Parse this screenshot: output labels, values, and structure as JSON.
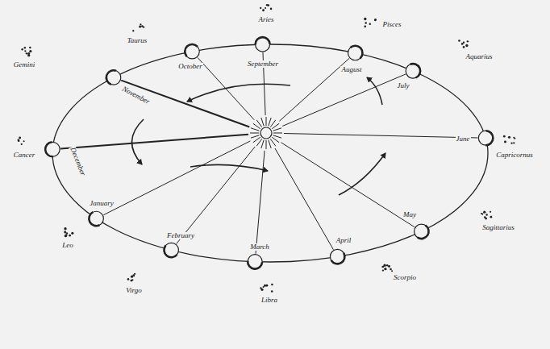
{
  "diagram": {
    "labels": [
      "Aries",
      "Pisces",
      "Taurus",
      "September",
      "October",
      "August",
      "Aquarius",
      "July",
      "Gemini",
      "November",
      "Capricornus",
      "June",
      "Cancer",
      "December",
      "January",
      "May",
      "Sagittarius",
      "Leo",
      "April",
      "February",
      "March",
      "Scorpio",
      "Virgo",
      "Libra"
    ]
  }
}
